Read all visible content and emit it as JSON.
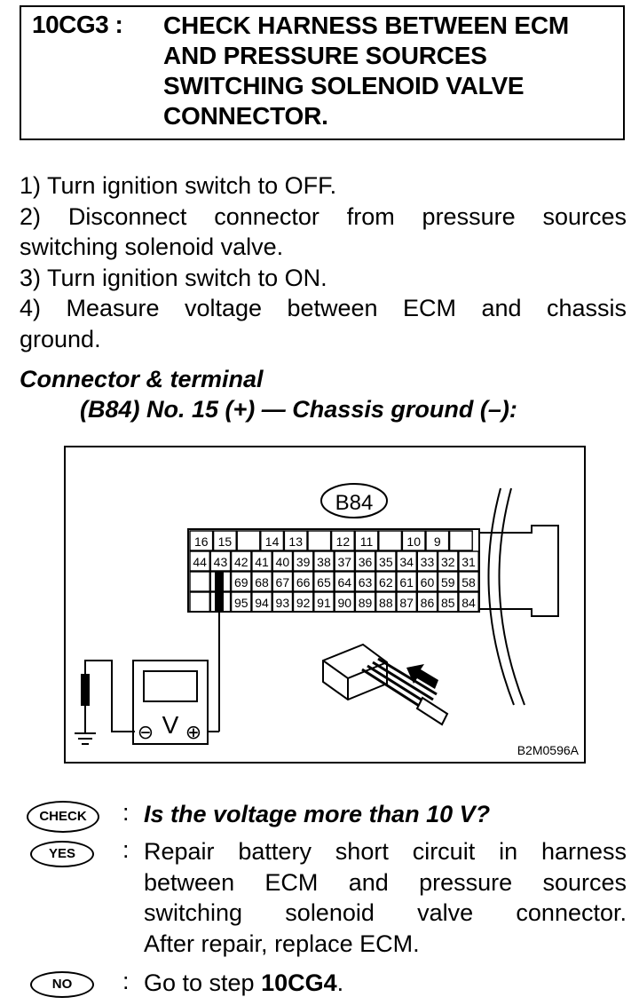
{
  "header": {
    "code": "10CG3 :",
    "title": "CHECK HARNESS BETWEEN ECM AND PRESSURE SOURCES SWITCHING SOLENOID VALVE CONNECTOR."
  },
  "procedure": {
    "lines": [
      "1)  Turn ignition switch to OFF.",
      "2)  Disconnect connector from pressure sources",
      "switching solenoid valve.",
      "3)  Turn ignition switch to ON.",
      "4)  Measure voltage between ECM and chassis",
      "ground."
    ]
  },
  "connector": {
    "heading": "Connector & terminal",
    "detail": "(B84) No. 15 (+) — Chassis ground (–):"
  },
  "figure": {
    "connector_label": "B84",
    "figure_code": "B2M0596A",
    "meter_symbol": "V",
    "minus_symbol": "⊖",
    "plus_symbol": "⊕",
    "row1": [
      "16",
      "15",
      "",
      "14",
      "13",
      "",
      "12",
      "11",
      "",
      "10",
      "9",
      ""
    ],
    "row2": [
      "44",
      "43",
      "42",
      "41",
      "40",
      "39",
      "38",
      "37",
      "36",
      "35",
      "34",
      "33",
      "32",
      "31"
    ],
    "row3": [
      "",
      "",
      "69",
      "68",
      "67",
      "66",
      "65",
      "64",
      "63",
      "62",
      "61",
      "60",
      "59",
      "58"
    ],
    "row4": [
      "",
      "",
      "95",
      "94",
      "93",
      "92",
      "91",
      "90",
      "89",
      "88",
      "87",
      "86",
      "85",
      "84"
    ]
  },
  "check": {
    "badge": "CHECK",
    "question": "Is the voltage more than 10 V?"
  },
  "yes": {
    "badge": "YES",
    "lines": [
      "Repair battery short circuit in harness",
      "between ECM and pressure sources",
      "switching solenoid valve connector.",
      "After repair, replace ECM."
    ]
  },
  "no": {
    "badge": "NO",
    "prefix": "Go to step ",
    "target": "10CG4",
    "suffix": "."
  },
  "colon": ":"
}
